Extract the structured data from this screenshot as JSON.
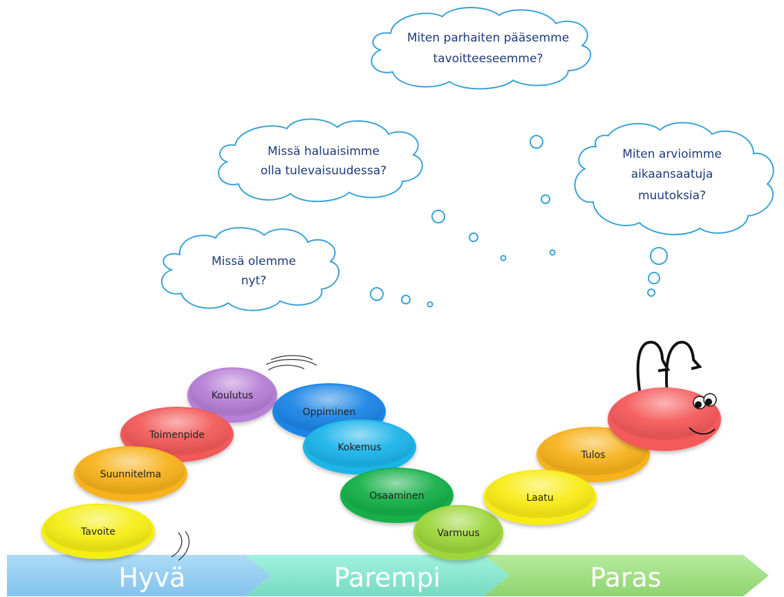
{
  "thought_bubbles": [
    {
      "id": "now",
      "lines": [
        "Missä olemme",
        "nyt?"
      ]
    },
    {
      "id": "future",
      "lines": [
        "Missä haluaisimme",
        "olla tulevaisuudessa?"
      ]
    },
    {
      "id": "how",
      "lines": [
        "Miten parhaiten pääsemme",
        "tavoitteeseemme?"
      ]
    },
    {
      "id": "evaluate",
      "lines": [
        "Miten arvioimme",
        "aikaansaatuja",
        "muutoksia?"
      ]
    }
  ],
  "caterpillar": {
    "segments": [
      {
        "label": "Tavoite",
        "color": "#f5ee17"
      },
      {
        "label": "Suunnitelma",
        "color": "#f7b21c"
      },
      {
        "label": "Toimenpide",
        "color": "#f25a58"
      },
      {
        "label": "Koulutus",
        "color": "#b77fd6"
      },
      {
        "label": "Oppiminen",
        "color": "#1f86e6"
      },
      {
        "label": "Kokemus",
        "color": "#1cb5ea"
      },
      {
        "label": "Osaaminen",
        "color": "#16b04a"
      },
      {
        "label": "Varmuus",
        "color": "#9ed63e"
      },
      {
        "label": "Laatu",
        "color": "#f8ec19"
      },
      {
        "label": "Tulos",
        "color": "#f7b21c"
      }
    ],
    "head_color": "#f55a5a"
  },
  "stages": [
    {
      "label": "Hyvä",
      "color": "#7cc3ef"
    },
    {
      "label": "Parempi",
      "color": "#6fe0c8"
    },
    {
      "label": "Paras",
      "color": "#8fd86a"
    }
  ]
}
